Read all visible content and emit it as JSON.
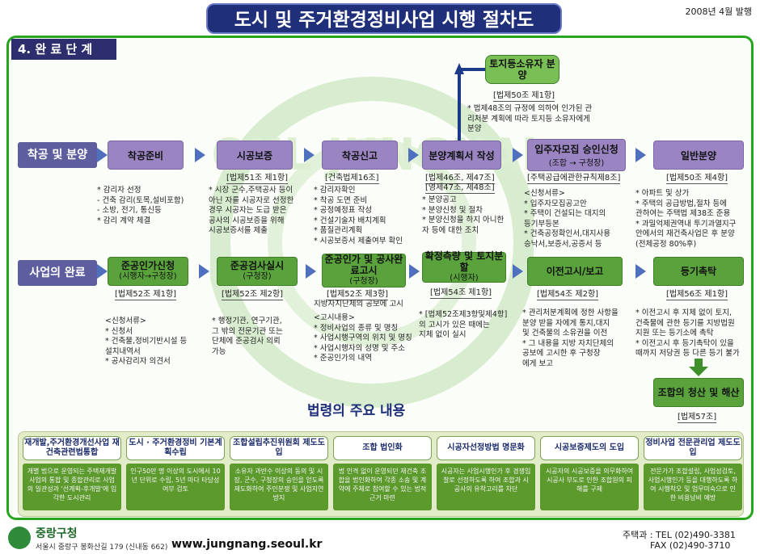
{
  "header": {
    "title": "도시 및 주거환경정비사업 시행 절차도",
    "date": "2008년 4월 발행"
  },
  "phase": "4. 완 료 단 계",
  "watermark": {
    "text": "SEOUL JUNGNANG"
  },
  "top_branch": {
    "label": "토지등소유자 분양",
    "law": "[법제50조 제1항]",
    "note": "* 법제48조의 규정에 의하여 인가된 관리처분 계획에 따라 토지등 소유자에게 분양"
  },
  "row1": {
    "label": "착공 및 분양",
    "steps": [
      {
        "label": "착공준비",
        "sub": "",
        "law": "",
        "notes": [
          "* 감리자 선정",
          "  - 건축 감리(토목,설비포함)",
          "  - 소방, 전기, 통신등",
          "* 감리 계약 체결"
        ]
      },
      {
        "label": "시공보증",
        "sub": "",
        "law": "[법제51조 제1항]",
        "notes": [
          "* 시장 군수,주택공사 등이",
          "  아닌 자를 시공자로 선정한",
          "  경우 시공자는 도급 받은",
          "  공사의 시공보증을 위해",
          "  시공보증서를 제출"
        ]
      },
      {
        "label": "착공신고",
        "sub": "",
        "law": "[건축법제16조]",
        "notes": [
          "* 감리자확인",
          "* 착공 도면 준비",
          "* 공정예정표 작성",
          "* 건설기술자 배치계획",
          "* 품질관리계획",
          "* 시공보증서 제출여부 확인"
        ]
      },
      {
        "label": "분양계획서 작성",
        "sub": "",
        "law": "[법제46조, 제47조]",
        "law2": "[영제47조, 제48조]",
        "notes": [
          "* 분양공고",
          "* 분양신청 및 절차",
          "* 분양신청을 하지 아니한",
          "  자 등에 대한 조치"
        ]
      },
      {
        "label": "입주자모집 승인신청",
        "sub": "(조합 → 구청장)",
        "law": "[주택공급에관한규칙제8조]",
        "notes": [
          "<신청서류>",
          "* 입주자모집공고안",
          "* 주택이 건설되는 대지의",
          "  등기부등본",
          "* 건축공정확인서,대지사용",
          "  승낙서,보증서,공증서 등"
        ]
      },
      {
        "label": "일반분양",
        "sub": "",
        "law": "[법제50조 제4항]",
        "notes": [
          "* 아파트 및 상가",
          "* 주택의 공급방법,절차 등에",
          "  관하여는 주택법 제38조 준용",
          "* 과밀억제권역내 투기과열지구",
          "  안에서의 재건축사업은 후 분양",
          "  (전체공정 80%후)"
        ]
      }
    ]
  },
  "row2": {
    "label": "사업의 완료",
    "steps": [
      {
        "label": "준공인가신청",
        "sub": "(시행자→구청장)",
        "law": "[법제52조 제1항]",
        "notes": [
          "<신청서류>",
          "* 신청서",
          "* 건축물,정비기반시설 등",
          "  설치내역서",
          "* 공사감리자 의견서"
        ]
      },
      {
        "label": "준공검사실시",
        "sub": "(구청장)",
        "law": "[법제52조 제2항]",
        "notes": [
          "* 행정기관, 연구기관,",
          "  그 밖의 전문기관 또는",
          "  단체에 준공검사 의뢰",
          "  가능"
        ]
      },
      {
        "label": "준공인가 및 공사완료고시",
        "sub": "(구청장)",
        "law": "[법제52조 제3항]",
        "law_extra": "지방자치단체의 공보에 고시",
        "notes": [
          "<고시내용>",
          "* 정비사업의 종류 및 명칭",
          "* 사업시행구역의 위치 및 명칭",
          "* 사업시행자의 성명 및 주소",
          "* 준공인가의 내역"
        ]
      },
      {
        "label": "확정측량 및 토지분할",
        "sub": "(시행자)",
        "law": "[법제54조 제1항]",
        "notes": [
          "* [법제52조제3항및제4항]",
          "  의 고시가 있은 때에는",
          "  지체 없이 실시"
        ]
      },
      {
        "label": "이전고시/보고",
        "sub": "",
        "law": "[법제54조 제2항]",
        "notes": [
          "* 관리처분계획에 정한 사항을",
          "  분양 받을 자에게 통지,대지",
          "  및 건축물의 소유권을 이전",
          "* 그 내용을 지방 자치단체의",
          "  공보에 고시한 후 구청장",
          "  에게 보고"
        ]
      },
      {
        "label": "등기촉탁",
        "sub": "",
        "law": "[법제56조 제1항]",
        "notes": [
          "* 이전고시 후 지체 없이 토지,",
          "  건축물에 관한 등기를 지방법원",
          "  지원 또는 등기소에 촉탁",
          "* 이전고시 후 등기촉탁이 있을",
          "  때까지 저당권 등 다른 등기 불가"
        ]
      }
    ]
  },
  "final": {
    "label": "조합의 청산 및 해산",
    "law": "[법제57조]"
  },
  "main_law": {
    "title": "법령의 주요 내용"
  },
  "law_cards": [
    {
      "title": "재개발,주거환경개선사업 재건축관련법통합",
      "body": "개별 법으로 운영되는 주택재개발 사업의 통합 및 종합관리로 사업의 일관성과 '선계획-후개발'에 입각한 도시관리"
    },
    {
      "title": "도시 · 주거환경정비 기본계획수립",
      "body": "인구50만 명 이상의 도시에서 10년 단위로 수립, 5년 마다 타당성 여부 검토"
    },
    {
      "title": "조합설립추진위원회 제도도입",
      "body": "소유자 과반수 이상의 동의 및 시장, 군수, 구청장의 승인을 얻도록 제도화하여 주민분쟁 및 사업지연방지"
    },
    {
      "title": "조합 법인화",
      "body": "법 인격 없이 운영되던 재건축 조합을 법인화하여 각종 소송 및 계약에 주체로 참여할 수 있는 법적 근거 마련"
    },
    {
      "title": "시공자선정방법 명문화",
      "body": "시공자는 사업시행인가 후 경쟁입찰로 선정하도록 하여 조합과 시공사의 유착고리를 차단"
    },
    {
      "title": "시공보증제도의 도입",
      "body": "시공자의 시공보증을 의무화하여 시공사 부도로 인한 조합원의 피해를 구제"
    },
    {
      "title": "정비사업 전문관리업 제도도입",
      "body": "전문가가 조합설립, 사업성검토, 사업시행인가 등을 대행하도록 하여 시행착오 및 업무미숙으로 인한 비용낭비 예방"
    }
  ],
  "footer": {
    "org": "중랑구청",
    "address": "서울시 중랑구 봉화산길 179 (신내동 662)",
    "website": "www.jungnang.seoul.kr",
    "tel": "주택과 : TEL (02)490-3381",
    "fax": "FAX (02)490-3710"
  },
  "colors": {
    "title_bg": "#1f2f7a",
    "purple_step": "#9a84c2",
    "green_step": "#5aa33c",
    "frame": "#27a51e",
    "arrow": "#4f6fbf"
  }
}
